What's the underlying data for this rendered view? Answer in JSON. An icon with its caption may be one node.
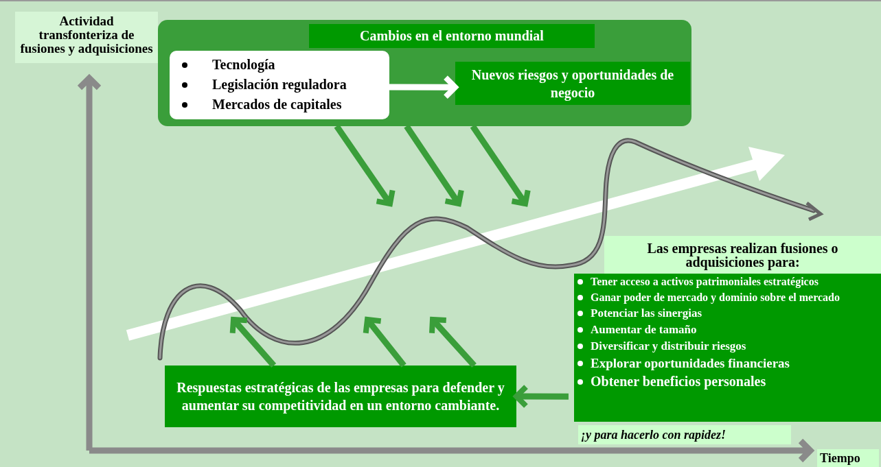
{
  "diagram": {
    "nodes": [
      {
        "text": [
          "Cambios en el entorno mundial"
        ]
      },
      {
        "text": [
          "Tecnología",
          "Legislación reguladora",
          "Mercados de capitales"
        ],
        "in": 0
      },
      {
        "text": [
          "Nuevos riesgos y oportunidades de negocio"
        ],
        "in": 0
      },
      {
        "text": [
          "Las empresas realizan fusiones o adquisiciones para:"
        ]
      },
      {
        "text": [
          "Tener acceso a activos patrimoniales estratégicos",
          "Ganar poder de mercado y dominio sobre el mercado",
          "Potenciar las sinergias",
          "Aumentar de tamaño",
          "Diversificar y distribuir riesgos",
          "Explorar oportunidades financieras",
          "Obtener beneficios personales"
        ]
      },
      {
        "text": [
          "Respuestas estratégicas de las empresas para defender y aumentar su competitividad en un entorno cambiante."
        ]
      }
    ],
    "edges": [
      {
        "from": 1,
        "to": 2,
        "arrow": "to",
        "color": "#ffffff"
      },
      {
        "from": 0,
        "to": null,
        "arrow": "to"
      },
      {
        "from": 0,
        "to": null,
        "arrow": "to"
      },
      {
        "from": 0,
        "to": null,
        "arrow": "to"
      },
      {
        "from": 5,
        "to": null,
        "arrow": "to"
      },
      {
        "from": 5,
        "to": null,
        "arrow": "to"
      },
      {
        "from": 5,
        "to": null,
        "arrow": "to"
      },
      {
        "from": 4,
        "to": 5,
        "arrow": "to"
      }
    ],
    "labels": [
      "Actividad transfonteriza de fusiones y adquisiciones",
      "¡y para hacerlo con rapidez!",
      "Tiempo"
    ]
  }
}
